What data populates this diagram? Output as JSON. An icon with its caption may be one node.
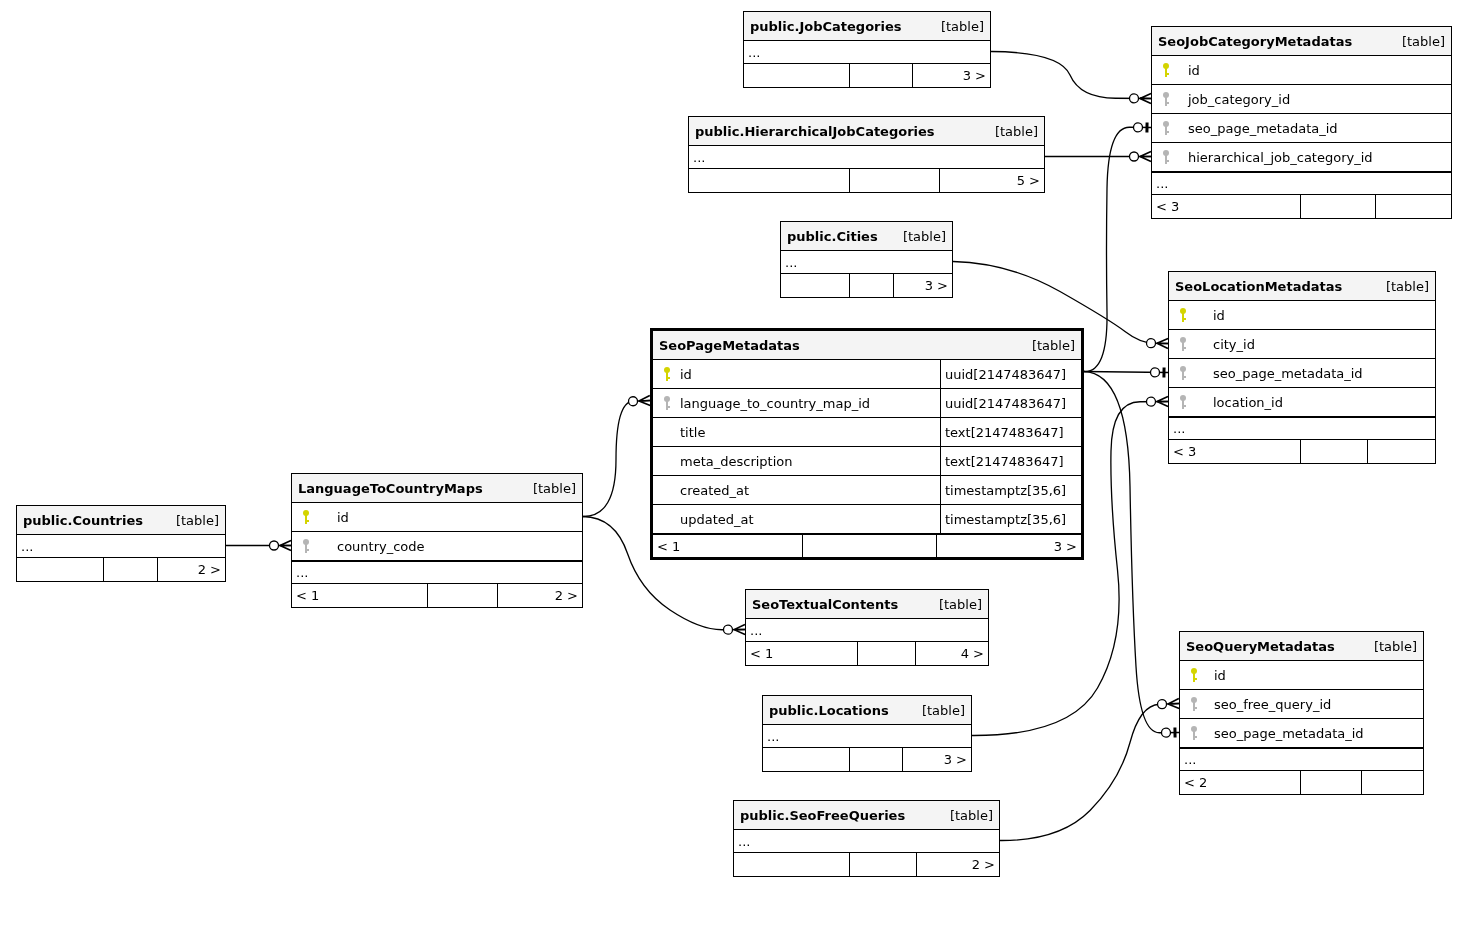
{
  "diagram": {
    "nodes": [
      {
        "text": [
          "public.JobCategories",
          "[table]",
          "...",
          "3 >"
        ]
      },
      {
        "text": [
          "SeoJobCategoryMetadatas",
          "[table]",
          "id",
          "job_category_id",
          "seo_page_metadata_id",
          "hierarchical_job_category_id",
          "...",
          "< 3"
        ]
      },
      {
        "text": [
          "public.HierarchicalJobCategories",
          "[table]",
          "...",
          "5 >"
        ]
      },
      {
        "text": [
          "public.Cities",
          "[table]",
          "...",
          "3 >"
        ]
      },
      {
        "text": [
          "SeoLocationMetadatas",
          "[table]",
          "id",
          "city_id",
          "seo_page_metadata_id",
          "location_id",
          "...",
          "< 3"
        ]
      },
      {
        "text": [
          "SeoPageMetadatas",
          "[table]",
          "id",
          "uuid[2147483647]",
          "language_to_country_map_id",
          "uuid[2147483647]",
          "title",
          "text[2147483647]",
          "meta_description",
          "text[2147483647]",
          "created_at",
          "timestamptz[35,6]",
          "updated_at",
          "timestamptz[35,6]",
          "< 1",
          "3 >"
        ]
      },
      {
        "text": [
          "public.Countries",
          "[table]",
          "...",
          "2 >"
        ]
      },
      {
        "text": [
          "LanguageToCountryMaps",
          "[table]",
          "id",
          "country_code",
          "...",
          "< 1",
          "2 >"
        ]
      },
      {
        "text": [
          "SeoTextualContents",
          "[table]",
          "...",
          "< 1",
          "4 >"
        ]
      },
      {
        "text": [
          "SeoQueryMetadatas",
          "[table]",
          "id",
          "seo_free_query_id",
          "seo_page_metadata_id",
          "...",
          "< 2"
        ]
      },
      {
        "text": [
          "public.Locations",
          "[table]",
          "...",
          "3 >"
        ]
      },
      {
        "text": [
          "public.SeoFreeQueries",
          "[table]",
          "...",
          "2 >"
        ]
      }
    ],
    "edges": [
      {
        "from": 0,
        "to": 1,
        "arrow": "other"
      },
      {
        "from": 5,
        "to": 1,
        "arrow": "other"
      },
      {
        "from": 2,
        "to": 1,
        "arrow": "other"
      },
      {
        "from": 3,
        "to": 4,
        "arrow": "other"
      },
      {
        "from": 5,
        "to": 4,
        "arrow": "other"
      },
      {
        "from": 10,
        "to": 4,
        "arrow": "other"
      },
      {
        "from": 7,
        "to": 5,
        "arrow": "other"
      },
      {
        "from": 6,
        "to": 7,
        "arrow": "other"
      },
      {
        "from": 7,
        "to": 8,
        "arrow": "other"
      },
      {
        "from": 11,
        "to": 9,
        "arrow": "other"
      },
      {
        "from": 5,
        "to": 9,
        "arrow": "other"
      }
    ]
  }
}
